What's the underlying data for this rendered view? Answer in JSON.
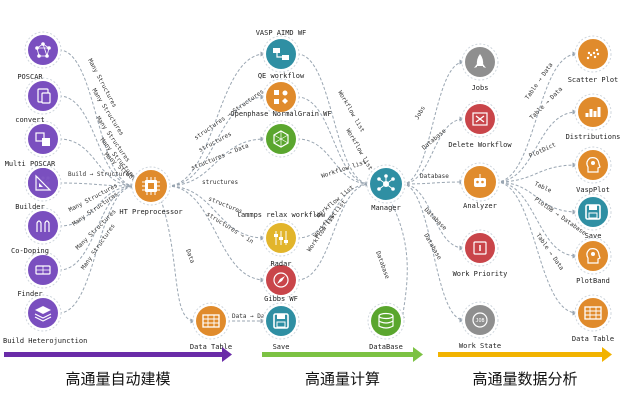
{
  "colors": {
    "purple": "#7a4fbf",
    "green": "#5aa62e",
    "blue": "#2f8fa3",
    "orange": "#e08b2c",
    "red": "#c9454a",
    "yellow": "#e2b52b",
    "gray": "#8f8f8f",
    "edge": "#9aa6b2",
    "arrow_purple": "#6a2ca8",
    "arrow_green": "#7cc243",
    "arrow_yellow": "#f2b300"
  },
  "nodes": {
    "n1": {
      "label": "",
      "icon": "network-icon",
      "color": "purple"
    },
    "n2": {
      "label": "POSCAR",
      "icon": "file-icon",
      "color": "purple"
    },
    "n3": {
      "label": "convert",
      "icon": "convert-icon",
      "color": "purple"
    },
    "n4": {
      "label": "Multi POSCAR",
      "icon": "lattice-icon",
      "color": "purple"
    },
    "n5": {
      "label": "",
      "icon": "ruler-triangle-icon",
      "color": "purple"
    },
    "n6": {
      "label": "Builder",
      "icon": "hands-icon",
      "color": "purple"
    },
    "n7": {
      "label": "Co-Doping",
      "icon": "compute-icon",
      "color": "purple"
    },
    "n8": {
      "label": "Finder",
      "icon": "layers-icon",
      "color": "purple"
    },
    "n9": {
      "label": "Build Heterojunction",
      "icon": "",
      "color": "purple"
    },
    "ht": {
      "label": "HT Preprocessor",
      "icon": "chip-icon",
      "color": "orange"
    },
    "vasp": {
      "label": "VASP AIMD WF",
      "icon": "workflow-icon",
      "color": "blue"
    },
    "qe": {
      "label": "QE workflow",
      "icon": "flowchart-icon",
      "color": "orange"
    },
    "openphase": {
      "label": "Openphase NormalGrain WF",
      "icon": "grain-icon",
      "color": "green"
    },
    "grain": {
      "label": "",
      "icon": "molecule-icon",
      "color": "green"
    },
    "lammps": {
      "label": "lammps relax workflow",
      "icon": "sliders-icon",
      "color": "yellow"
    },
    "radar": {
      "label": "Radar",
      "icon": "compass-icon",
      "color": "red"
    },
    "gibbs": {
      "label": "Gibbs WF",
      "icon": "",
      "color": "blue"
    },
    "save1": {
      "label": "Save",
      "icon": "save-icon",
      "color": "blue"
    },
    "datatable1": {
      "label": "Data Table",
      "icon": "table-icon",
      "color": "orange"
    },
    "manager": {
      "label": "Manager",
      "icon": "hub-icon",
      "color": "blue"
    },
    "database": {
      "label": "DataBase",
      "icon": "database-icon",
      "color": "green"
    },
    "jobs": {
      "label": "Jobs",
      "icon": "rocket-icon",
      "color": "gray"
    },
    "delete": {
      "label": "Delete Workflow",
      "icon": "delete-icon",
      "color": "red"
    },
    "analyzer": {
      "label": "Analyzer",
      "icon": "robot-icon",
      "color": "orange"
    },
    "priority": {
      "label": "Work Priority",
      "icon": "priority-icon",
      "color": "red"
    },
    "workstate": {
      "label": "Work State",
      "icon": "job-icon",
      "color": "gray"
    },
    "scatter": {
      "label": "Scatter Plot",
      "icon": "scatter-icon",
      "color": "orange"
    },
    "dist": {
      "label": "Distributions",
      "icon": "bar-chart-icon",
      "color": "orange"
    },
    "vaspplot": {
      "label": "VaspPlot",
      "icon": "head-icon",
      "color": "orange"
    },
    "save2": {
      "label": "Save",
      "icon": "save-icon",
      "color": "blue"
    },
    "plotband": {
      "label": "PlotBand",
      "icon": "head-icon",
      "color": "orange"
    },
    "datatable2": {
      "label": "Data Table",
      "icon": "table-icon",
      "color": "orange"
    }
  },
  "edge_labels": {
    "l1": "Many Structures",
    "l2": "Many Structures",
    "l3": "Many Structures",
    "l4": "Many Structures",
    "l5": "Many Structures",
    "l6": "Build → Structures",
    "l7": "Many Structures",
    "l8": "Many Structures",
    "l9": "Many Structures",
    "l10": "Many Structures",
    "s1": "structures → Structures",
    "s2": "structures",
    "s3": "structures → Data",
    "s4": "structures",
    "s5": "structures",
    "s6": "structures → in",
    "s7": "Data",
    "s8": "Data → Data",
    "w1": "Workflow list",
    "w2": "Workflow list",
    "w3": "Workflow list",
    "w4": "Workflow list",
    "w5": "Workflow list",
    "w6": "Workflow list",
    "db1": "Database",
    "m1": "Jobs",
    "m2": "Database",
    "m3": "Database",
    "m4": "Database",
    "m5": "Database",
    "a1": "Table → Data",
    "a2": "Table → Data",
    "a3": "PlotDict",
    "a4": "Table",
    "a5": "PlotDB → Database",
    "a6": "Table → Data"
  },
  "sections": [
    {
      "label": "高通量自动建模",
      "color": "arrow_purple"
    },
    {
      "label": "高通量计算",
      "color": "arrow_green"
    },
    {
      "label": "高通量数据分析",
      "color": "arrow_yellow"
    }
  ]
}
